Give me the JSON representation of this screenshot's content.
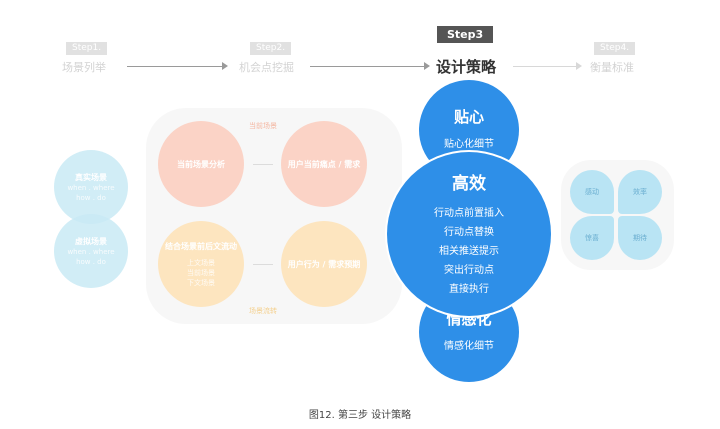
{
  "steps": [
    {
      "badge": "Step1.",
      "name": "场景列举"
    },
    {
      "badge": "Step2.",
      "name": "机会点挖掘"
    },
    {
      "badge": "Step3",
      "name": "设计策略"
    },
    {
      "badge": "Step4.",
      "name": "衡量标准"
    }
  ],
  "scenes": {
    "real": {
      "title": "真实场景",
      "sub": [
        "when . where",
        "how . do"
      ]
    },
    "virtual": {
      "title": "虚拟场景",
      "sub": [
        "when . where",
        "how . do"
      ]
    }
  },
  "analysis": {
    "top_label": "当前场景",
    "bottom_label": "场景流转",
    "current": "当前场景分析",
    "pain": "用户当前痛点 / 需求",
    "combine": "结合场景前后文流动",
    "combine_items": [
      "上文场景",
      "当前场景",
      "下文场景"
    ],
    "behavior": "用户行为 / 需求预期"
  },
  "strategy": {
    "thoughtful": {
      "title": "贴心",
      "lines": [
        "贴心化细节"
      ]
    },
    "efficient": {
      "title": "高效",
      "lines": [
        "行动点前置插入",
        "行动点替换",
        "相关推送提示",
        "突出行动点",
        "直接执行"
      ]
    },
    "emotional": {
      "title": "情感化",
      "lines": [
        "情感化细节"
      ]
    }
  },
  "metrics": [
    "感动",
    "效率",
    "惊喜",
    "期待"
  ],
  "caption": "图12. 第三步 设计策略",
  "colors": {
    "accent": "#2e8fe8",
    "scene": "#c9eaf5",
    "pink": "#fbd3c6",
    "yellow": "#fde5bf"
  }
}
